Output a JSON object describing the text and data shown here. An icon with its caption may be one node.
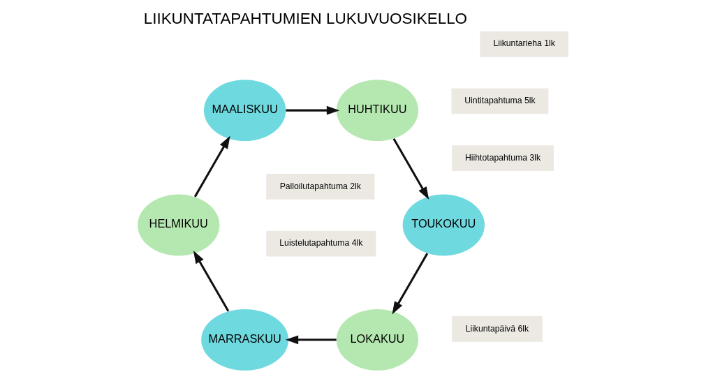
{
  "diagram": {
    "title": "LIIKUNTATAPAHTUMIEN LUKUVUOSIKELLO",
    "nodes": [
      {
        "text": [
          "LOKAKUU"
        ]
      },
      {
        "text": [
          "MARRASKUU"
        ]
      },
      {
        "text": [
          "HELMIKUU"
        ]
      },
      {
        "text": [
          "MAALISKUU"
        ]
      },
      {
        "text": [
          "HUHTIKUU"
        ]
      },
      {
        "text": [
          "TOUKOKUU"
        ]
      },
      {
        "text": [
          "Palloilutapahtuma 2lk"
        ]
      },
      {
        "text": [
          "Liikuntapäivä 6lk"
        ]
      },
      {
        "text": [
          "Luistelutapahtuma 4lk"
        ]
      },
      {
        "text": [
          "Liikuntarieha 1lk"
        ]
      },
      {
        "text": [
          "Hiihtotapahtuma 3lk"
        ]
      },
      {
        "text": [
          "Uintitapahtuma 5lk"
        ]
      }
    ],
    "edges": [
      {
        "from": 0,
        "to": 1,
        "arrow": "to"
      },
      {
        "from": 1,
        "to": 2,
        "arrow": "to"
      },
      {
        "from": 2,
        "to": 3,
        "arrow": "to"
      },
      {
        "from": 3,
        "to": 4,
        "arrow": "to"
      },
      {
        "from": 4,
        "to": 5,
        "arrow": "to"
      },
      {
        "from": 5,
        "to": 0,
        "arrow": "to"
      }
    ]
  }
}
